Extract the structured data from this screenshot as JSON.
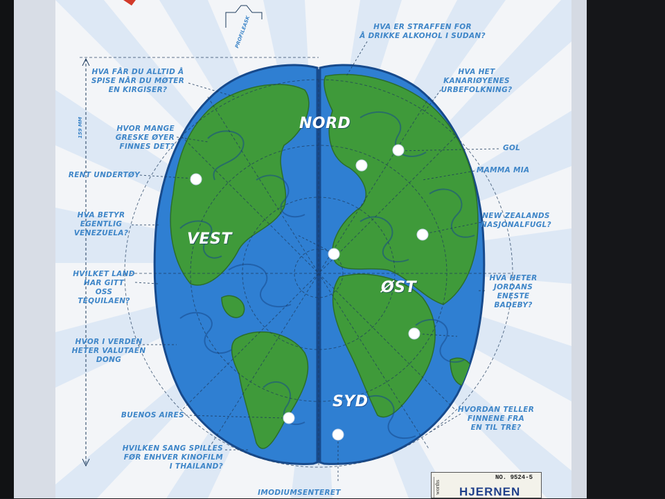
{
  "questions": {
    "sudan": "HVA ER STRAFFEN FOR\nÅ DRIKKE ALKOHOL I SUDAN?",
    "kanari": "HVA HET\nKANARIØYENES\nURBEFOLKNING?",
    "kirgiser": "HVA FÅR DU ALLTID Å\nSPISE NÅR DU MØTER\nEN KIRGISER?",
    "greske": "HVOR MANGE\nGRESKE ØYER\nFINNES DET?",
    "gol": "GOL",
    "undertoy": "RENT UNDERTØY",
    "mamma": "MAMMA MIA",
    "venezuela": "HVA BETYR\nEGENTLIG\nVENEZUELA?",
    "newzealand": "NEW ZEALANDS\nNASJONALFUGL?",
    "tequila": "HVILKET LAND\nHAR GITT\nOSS TEQUILAEN?",
    "jordan": "HVA HETER\nJORDANS\nENESTE\nBADEBY?",
    "dong": "HVOR I VERDEN\nHETER VALUTAEN\nDONG",
    "buenos": "BUENOS AIRES",
    "finnene": "HVORDAN TELLER\nFINNENE FRA\nEN TIL TRE?",
    "thailand": "HVILKEN SANG SPILLES\nFØR ENHVER KINOFILM\nI THAILAND?",
    "imodium": "IMODIUMSENTERET"
  },
  "directions": {
    "north": "NORD",
    "west": "VEST",
    "east": "ØST",
    "south": "SYD"
  },
  "dimension_label": "159 MM",
  "profile_label": "PROFILEASK",
  "product_tag": {
    "number": "NO. 9524-5",
    "title": "HJERNEN",
    "publisher": "worths"
  },
  "colors": {
    "ocean": "#2f7fd2",
    "land": "#3f9a3a",
    "text": "#3f86c8",
    "background": "#f3f5f8"
  }
}
